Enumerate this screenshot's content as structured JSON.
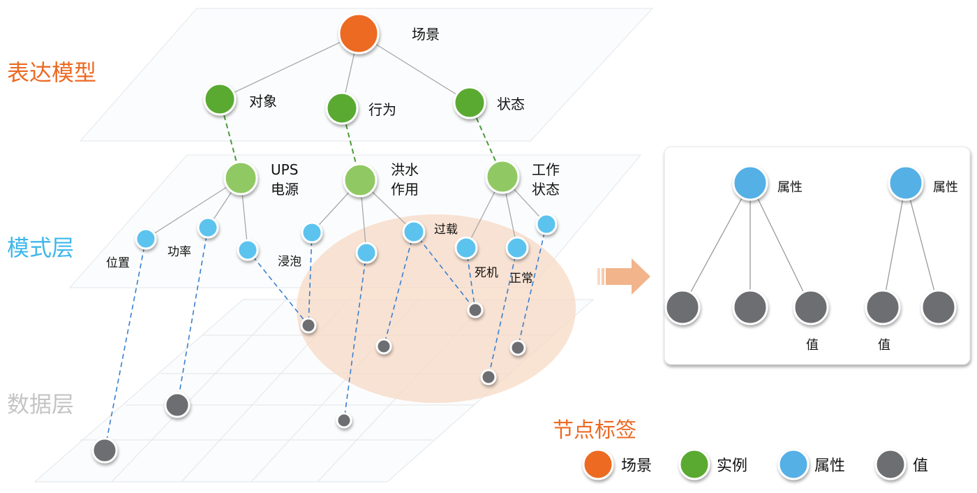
{
  "layers": {
    "expression": "表达模型",
    "schema": "模式层",
    "data": "数据层"
  },
  "expression_nodes": {
    "scene": "场景",
    "object": "对象",
    "behavior": "行为",
    "state": "状态"
  },
  "schema_nodes": {
    "ups": [
      "UPS",
      "电源"
    ],
    "flood": [
      "洪水",
      "作用"
    ],
    "work_state": [
      "工作",
      "状态"
    ],
    "attrs": {
      "position": "位置",
      "power": "功率",
      "soak": "浸泡",
      "overload": "过载",
      "crash": "死机",
      "normal": "正常"
    }
  },
  "detail_panel": {
    "attr1": "属性",
    "attr2": "属性",
    "value1": "值",
    "value2": "值"
  },
  "legend": {
    "title": "节点标签",
    "items": [
      {
        "label": "场景",
        "color": "#ec6a24"
      },
      {
        "label": "实例",
        "color": "#5aaa32"
      },
      {
        "label": "属性",
        "color": "#5bc3ee"
      },
      {
        "label": "值",
        "color": "#6d6e71"
      }
    ]
  },
  "colors": {
    "scene": "#ec6a24",
    "instance": "#5aaa32",
    "instance_light": "#90c963",
    "attribute": "#5bc3ee",
    "value": "#6d6e71",
    "highlight": "#f7d9c4"
  }
}
